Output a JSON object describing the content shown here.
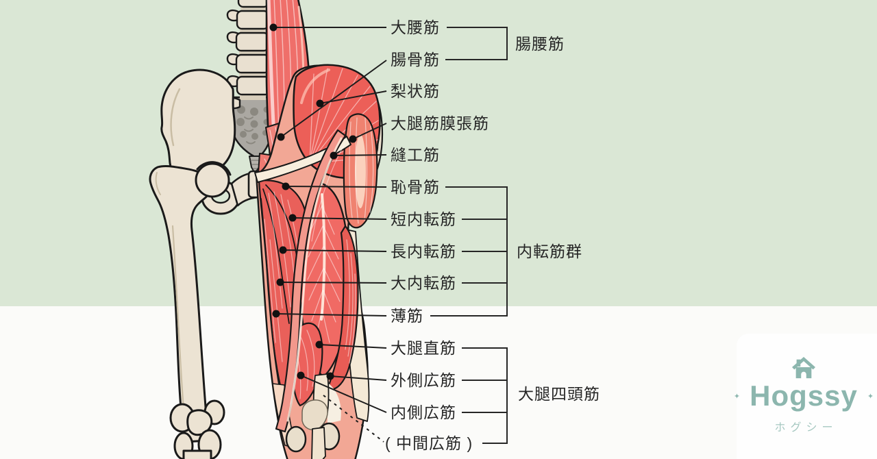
{
  "diagram": {
    "subject": "hip-and-thigh-muscles-anterior-view",
    "colors": {
      "background_top": "#dae7d5",
      "background_bottom": "#fbfbf9",
      "muscle_red": "#ef6a64",
      "muscle_dark": "#e85c55",
      "muscle_light": "#f2988c",
      "fascia_cream": "#f6ecd9",
      "bone": "#ece3d3",
      "sacrum_gray": "#aba8a2",
      "outline": "#1a1a1a",
      "label_text": "#262626"
    }
  },
  "labels": [
    {
      "id": "psoas-major",
      "text": "大腰筋"
    },
    {
      "id": "iliacus",
      "text": "腸骨筋"
    },
    {
      "id": "piriformis",
      "text": "梨状筋"
    },
    {
      "id": "tensor-fasciae-latae",
      "text": "大腿筋膜張筋"
    },
    {
      "id": "sartorius",
      "text": "縫工筋"
    },
    {
      "id": "pectineus",
      "text": "恥骨筋"
    },
    {
      "id": "adductor-brevis",
      "text": "短内転筋"
    },
    {
      "id": "adductor-longus",
      "text": "長内転筋"
    },
    {
      "id": "adductor-magnus",
      "text": "大内転筋"
    },
    {
      "id": "gracilis",
      "text": "薄筋"
    },
    {
      "id": "rectus-femoris",
      "text": "大腿直筋"
    },
    {
      "id": "vastus-lateralis",
      "text": "外側広筋"
    },
    {
      "id": "vastus-medialis",
      "text": "内側広筋"
    },
    {
      "id": "vastus-intermedius",
      "text": "( 中間広筋 )"
    }
  ],
  "groups": [
    {
      "id": "iliopsoas",
      "text": "腸腰筋"
    },
    {
      "id": "adductor-group",
      "text": "内転筋群"
    },
    {
      "id": "quadriceps",
      "text": "大腿四頭筋"
    }
  ],
  "logo": {
    "brand": "Hogssy",
    "brand_kana": "ホグシー",
    "star": "✦",
    "brand_color": "#8cb6ae",
    "kana_color": "#a6c8c1"
  }
}
